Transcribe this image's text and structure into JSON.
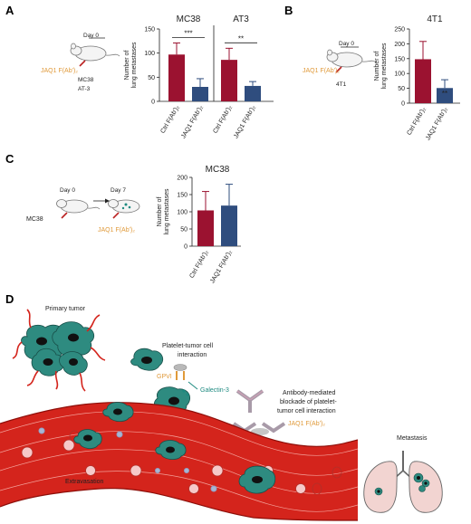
{
  "panels": {
    "A": {
      "letter": "A",
      "day_label": "Day 0",
      "treatment": "JAQ1 F(Ab')₂",
      "cells": [
        "MC38",
        "AT-3"
      ]
    },
    "B": {
      "letter": "B",
      "day_label": "Day 0",
      "treatment": "JAQ1 F(Ab')₂",
      "cells": [
        "4T1"
      ]
    },
    "C": {
      "letter": "C",
      "day0_label": "Day 0",
      "day7_label": "Day 7",
      "cell": "MC38",
      "treatment": "JAQ1 F(Ab')₂"
    },
    "D": {
      "letter": "D",
      "primary_tumor": "Primary tumor",
      "interaction_title": "Platelet-tumor cell interaction",
      "interaction_lines": [
        "Platelet-tumor cell",
        "interaction"
      ],
      "gpvi": "GPVI",
      "galectin": "Galectin-3",
      "blockade_lines": [
        "Antibody-mediated",
        "blockade of platelet-",
        "tumor cell interaction"
      ],
      "antibody": "JAQ1 F(Ab')₂",
      "extravasation": "Extravasation",
      "metastasis": "Metastasis"
    }
  },
  "colors": {
    "ctrl": "#9b1230",
    "jaq1": "#2f4d7e",
    "orange": "#e09a3a",
    "teal": "#1e8a80",
    "vessel": "#d4241c",
    "tumor": "#2e8b80"
  },
  "chart_data": [
    {
      "id": "A",
      "type": "bar",
      "ylabel": "Number of lung metastases",
      "ylim": [
        0,
        150
      ],
      "yticks": [
        0,
        50,
        100,
        150
      ],
      "groups": [
        {
          "title": "MC38",
          "categories": [
            "Ctrl F(Ab')₂",
            "JAQ1 F(Ab')₂"
          ],
          "values": [
            97,
            30
          ],
          "errors": [
            24,
            17
          ],
          "significance": "***"
        },
        {
          "title": "AT3",
          "categories": [
            "Ctrl F(Ab')₂",
            "JAQ1 F(Ab')₂"
          ],
          "values": [
            86,
            32
          ],
          "errors": [
            24,
            9
          ],
          "significance": "**"
        }
      ]
    },
    {
      "id": "B",
      "type": "bar",
      "title": "4T1",
      "ylabel": "Number of lung metastases",
      "ylim": [
        0,
        250
      ],
      "yticks": [
        0,
        50,
        100,
        150,
        200,
        250
      ],
      "categories": [
        "Ctrl F(Ab')₂",
        "JAQ1 F(Ab')₂"
      ],
      "values": [
        148,
        51
      ],
      "errors": [
        60,
        28
      ],
      "annotations": [
        "",
        "**"
      ]
    },
    {
      "id": "C",
      "type": "bar",
      "title": "MC38",
      "ylabel": "Number of lung metastases",
      "ylim": [
        0,
        200
      ],
      "yticks": [
        0,
        50,
        100,
        150,
        200
      ],
      "categories": [
        "Ctrl F(Ab')₂",
        "JAQ1 F(Ab')₂"
      ],
      "values": [
        104,
        118
      ],
      "errors": [
        55,
        62
      ]
    }
  ]
}
